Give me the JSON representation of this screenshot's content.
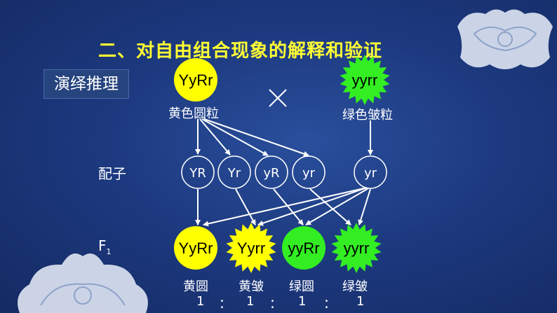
{
  "title": "二、对自由组合现象的解释和验证",
  "section_tag": "演绎推理",
  "cross_symbol": "×",
  "parents": [
    {
      "genotype": "YyRr",
      "phenotype": "黄色圆粒",
      "color": "#ffff00",
      "shape": "circle"
    },
    {
      "genotype": "yyrr",
      "phenotype": "绿色皱粒",
      "color": "#33ee22",
      "shape": "star"
    }
  ],
  "row_labels": {
    "gametes": "配子",
    "f1": "F",
    "f1_sub": "1"
  },
  "gametes": [
    "YR",
    "Yr",
    "yR",
    "yr",
    "yr"
  ],
  "offspring": [
    {
      "genotype": "YyRr",
      "phenotype": "黄圆",
      "color": "#ffff00",
      "shape": "circle"
    },
    {
      "genotype": "Yyrr",
      "phenotype": "黄皱",
      "color": "#ffff00",
      "shape": "star"
    },
    {
      "genotype": "yyRr",
      "phenotype": "绿圆",
      "color": "#33ee22",
      "shape": "circle"
    },
    {
      "genotype": "yyrr",
      "phenotype": "绿皱",
      "color": "#33ee22",
      "shape": "star"
    }
  ],
  "ratio": [
    "1",
    "：",
    "1",
    "：",
    "1",
    "：",
    "1"
  ]
}
